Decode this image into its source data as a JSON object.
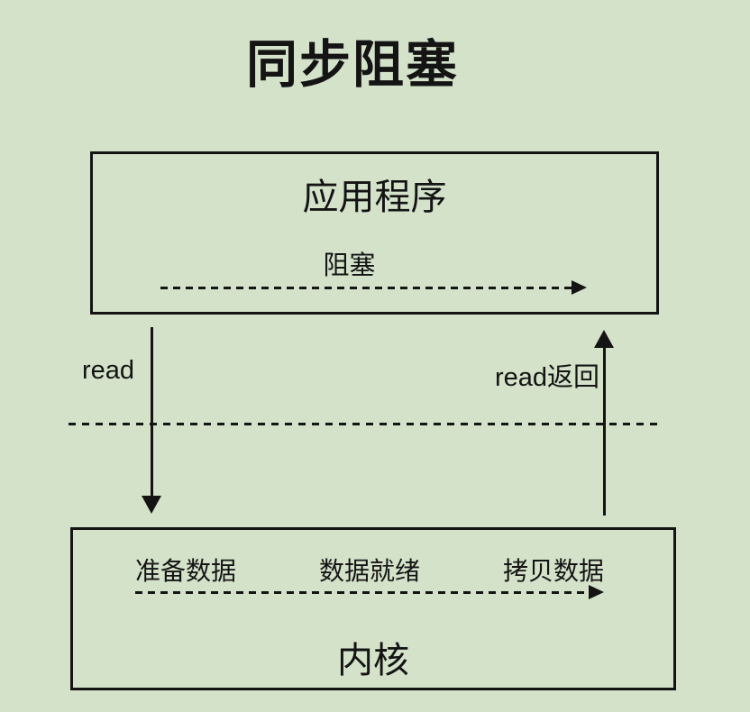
{
  "canvas": {
    "background_color": "#d4e2ca",
    "ink_color": "#141414"
  },
  "title": "同步阻塞",
  "application_box": {
    "title": "应用程序",
    "blocking_label": "阻塞"
  },
  "syscall": {
    "call_label": "read",
    "return_label": "read返回"
  },
  "kernel_box": {
    "title": "内核",
    "steps": [
      "准备数据",
      "数据就绪",
      "拷贝数据"
    ]
  }
}
